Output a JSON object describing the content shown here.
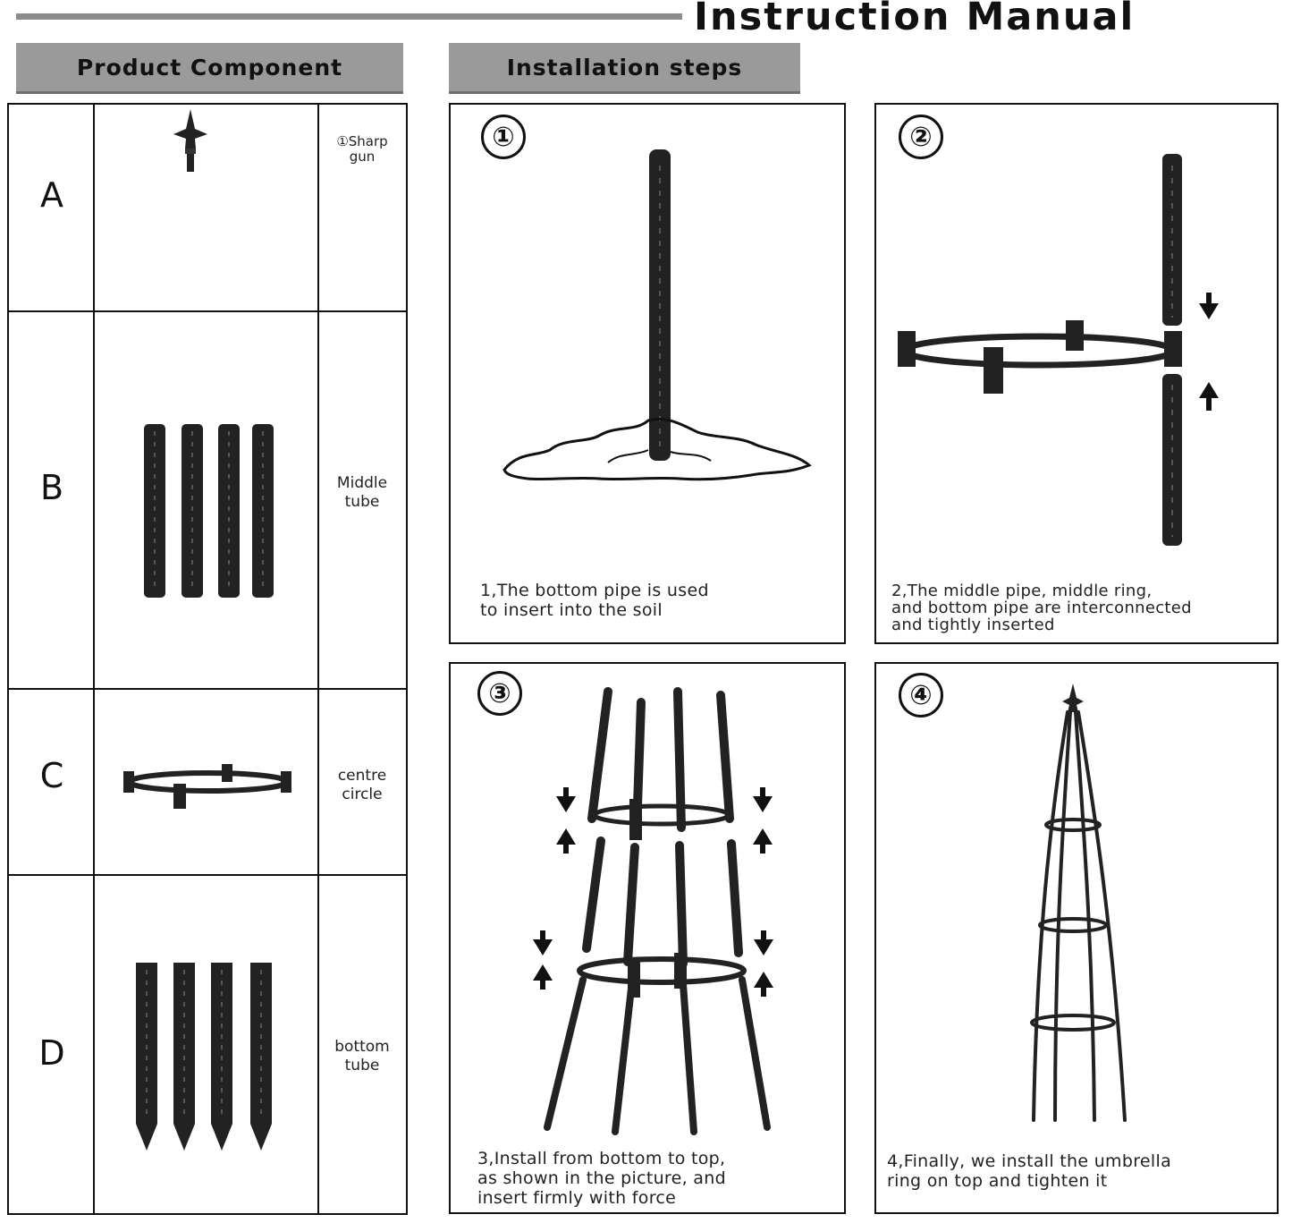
{
  "header": {
    "title": "Instruction Manual"
  },
  "sections": {
    "components": "Product Component",
    "steps": "Installation steps"
  },
  "components": [
    {
      "letter": "A",
      "name": "①Sharp\ngun"
    },
    {
      "letter": "B",
      "name": "Middle\ntube"
    },
    {
      "letter": "C",
      "name": "centre\ncircle"
    },
    {
      "letter": "D",
      "name": "bottom\ntube"
    }
  ],
  "steps": [
    {
      "number": "①",
      "caption": "1,The bottom pipe is used\n to insert into the soil"
    },
    {
      "number": "②",
      "caption": "2,The middle pipe, middle ring,\nand bottom pipe are interconnected\n and tightly inserted"
    },
    {
      "number": "③",
      "caption": "3,Install from bottom to top,\n as shown in the picture, and\n insert firmly with force"
    },
    {
      "number": "④",
      "caption": "4,Finally, we install the umbrella\n ring on top and tighten it"
    }
  ],
  "colors": {
    "tab_gray": "#9a9a9a",
    "rule_gray": "#8c8c8c",
    "ink": "#1a1a1a"
  },
  "icons": [
    "spike-finial-icon",
    "middle-tube-icon",
    "centre-ring-icon",
    "bottom-tube-icon",
    "arrow-down-icon",
    "arrow-up-icon",
    "obelisk-trellis-icon"
  ]
}
